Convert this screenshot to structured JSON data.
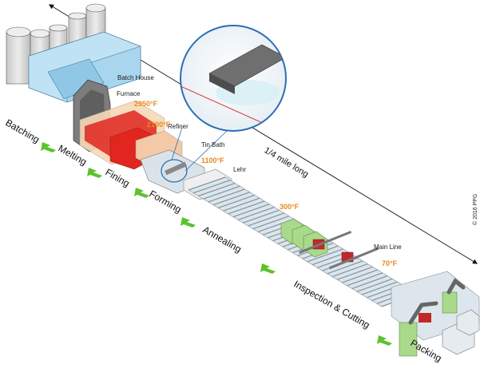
{
  "equipment_labels": {
    "batch_house": "Batch House",
    "furnace": "Furnace",
    "refiner": "Refiner",
    "tin_bath": "Tin Bath",
    "lehr": "Lehr",
    "main_line": "Main Line"
  },
  "temperatures": {
    "furnace": "2950°F",
    "refiner": "2100°F",
    "tin_bath": "1100°F",
    "lehr": "300°F",
    "main_line": "70°F"
  },
  "stages": [
    "Batching",
    "Melting",
    "Fining",
    "Forming",
    "Annealing",
    "Inspection & Cutting",
    "Packing"
  ],
  "distance_label": "1/4 mile long",
  "copyright": "© 2016 PPG",
  "colors": {
    "furnace_red": "#e0261f",
    "arrow_green": "#5cc22f",
    "temp_orange": "#e8891e",
    "tank_gray": "#d2d2d2",
    "batch_blue": "#bfe3f5",
    "lehr_green": "#a9d98a",
    "roller_gray": "#8a9097"
  }
}
